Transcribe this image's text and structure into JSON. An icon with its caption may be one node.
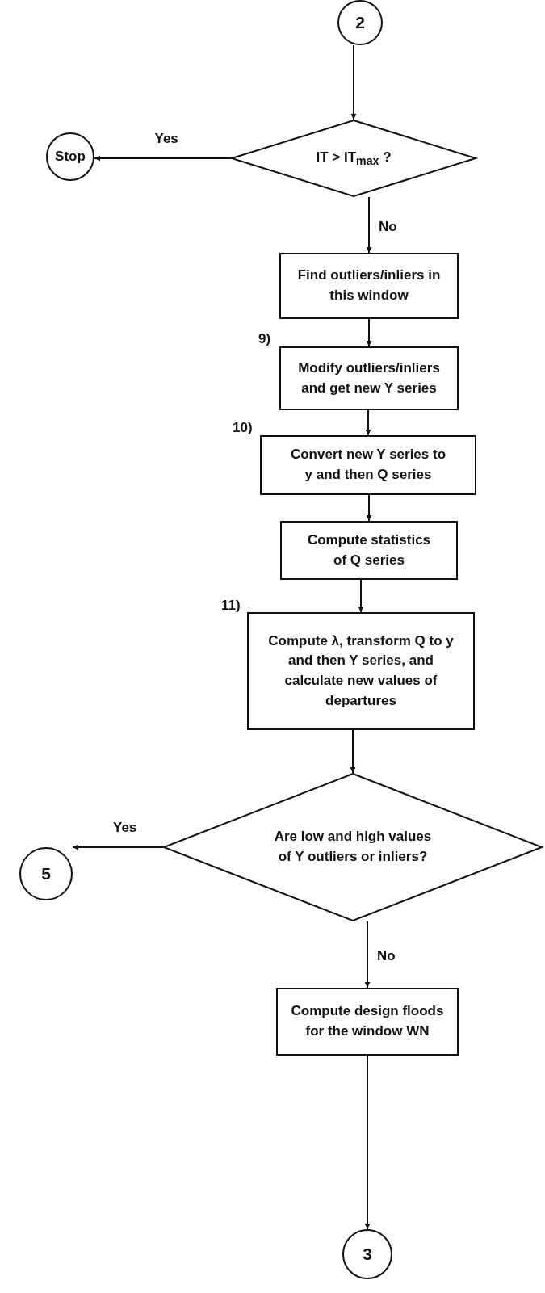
{
  "diagram": {
    "nodes": [
      {
        "text": [
          "2"
        ]
      },
      {
        "text": [
          "IT > IT$_{max}$ ?"
        ]
      },
      {
        "text": [
          "Stop"
        ]
      },
      {
        "text": [
          "Find outliers/inliers in this window"
        ]
      },
      {
        "text": [
          "Modify outliers/inliers and get new Y series"
        ],
        "beside": [
          "9)"
        ]
      },
      {
        "text": [
          "Convert new Y series to y and then Q series"
        ],
        "beside": [
          "10)"
        ]
      },
      {
        "text": [
          "Compute statistics of Q series"
        ]
      },
      {
        "text": [
          "Compute λ, transform Q to y and then Y series, and calculate new values of departures"
        ],
        "beside": [
          "11)"
        ]
      },
      {
        "text": [
          "Are low and high values of Y outliers or inliers?"
        ]
      },
      {
        "text": [
          "5"
        ]
      },
      {
        "text": [
          "Compute design floods for the window WN"
        ]
      },
      {
        "text": [
          "3"
        ]
      }
    ],
    "edges": [
      {
        "from": 0,
        "to": 1,
        "arrow": "to"
      },
      {
        "from": 1,
        "to": 2,
        "arrow": "to",
        "label": "Yes"
      },
      {
        "from": 1,
        "to": 3,
        "arrow": "to",
        "label": "No"
      },
      {
        "from": 3,
        "to": 4,
        "arrow": "to"
      },
      {
        "from": 4,
        "to": 5,
        "arrow": "to"
      },
      {
        "from": 5,
        "to": 6,
        "arrow": "to"
      },
      {
        "from": 6,
        "to": 7,
        "arrow": "to"
      },
      {
        "from": 7,
        "to": 8,
        "arrow": "to"
      },
      {
        "from": 8,
        "to": 9,
        "arrow": "to",
        "label": "Yes"
      },
      {
        "from": 8,
        "to": 10,
        "arrow": "to",
        "label": "No"
      },
      {
        "from": 10,
        "to": 11,
        "arrow": "to"
      }
    ]
  }
}
